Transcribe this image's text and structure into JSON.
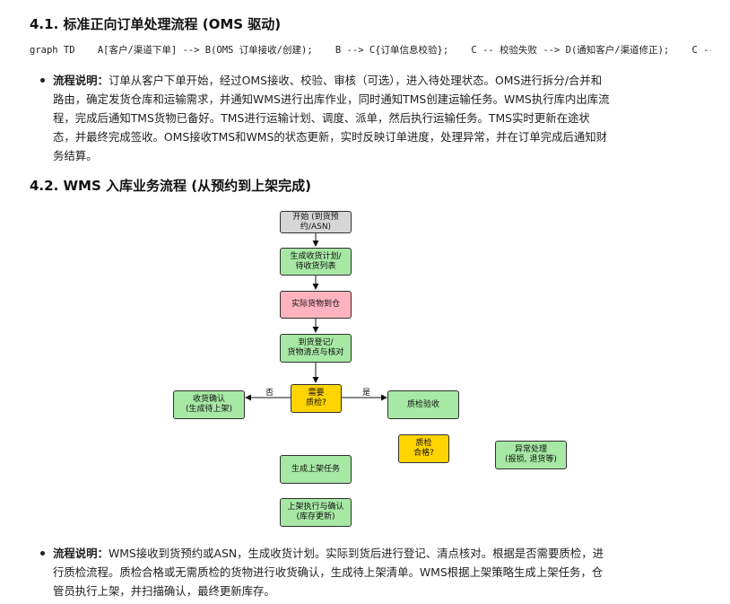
{
  "section1": {
    "heading": "4.1. 标准正向订单处理流程 (OMS 驱动)",
    "code_line": "graph TD    A[客户/渠道下单] --> B(OMS 订单接收/创建);    B --> C{订单信息校验};    C -- 校验失败 --> D(通知客户/渠道修正);    C --",
    "note_label": "流程说明：",
    "note_text": "订单从客户下单开始，经过OMS接收、校验、审核（可选），进入待处理状态。OMS进行拆分/合并和路由，确定发货仓库和运输需求，并通知WMS进行出库作业，同时通知TMS创建运输任务。WMS执行库内出库流程，完成后通知TMS货物已备好。TMS进行运输计划、调度、派单，然后执行运输任务。TMS实时更新在途状态，并最终完成签收。OMS接收TMS和WMS的状态更新，实时反映订单进度，处理异常，并在订单完成后通知财务结算。"
  },
  "section2": {
    "heading": "4.2. WMS 入库业务流程 (从预约到上架完成)",
    "note_label": "流程说明：",
    "note_text": "WMS接收到货预约或ASN，生成收货计划。实际到货后进行登记、清点核对。根据是否需要质检，进行质检流程。质检合格或无需质检的货物进行收货确认，生成待上架清单。WMS根据上架策略生成上架任务，仓管员执行上架，并扫描确认，最终更新库存。"
  },
  "flowchart": {
    "start": "开始 (到货预约/ASN)",
    "plan": "生成收货计划/\n待收货列表",
    "arrive": "实际货物到仓",
    "register": "到货登记/\n货物清点与核对",
    "need_qc": "需要\n质检?",
    "receive_confirm": "收货确认\n(生成待上架)",
    "qc_inspect": "质检验收",
    "qc_pass": "质检\n合格?",
    "exception": "异常处理\n(报损, 退货等)",
    "putaway_task": "生成上架任务",
    "putaway_exec": "上架执行与确认\n(库存更新)",
    "edge_no": "否",
    "edge_yes": "是"
  },
  "colors": {
    "process": "#a6e8a4",
    "start": "#d6d6d6",
    "arrival": "#ffb3c0",
    "decision": "#ffd400"
  }
}
